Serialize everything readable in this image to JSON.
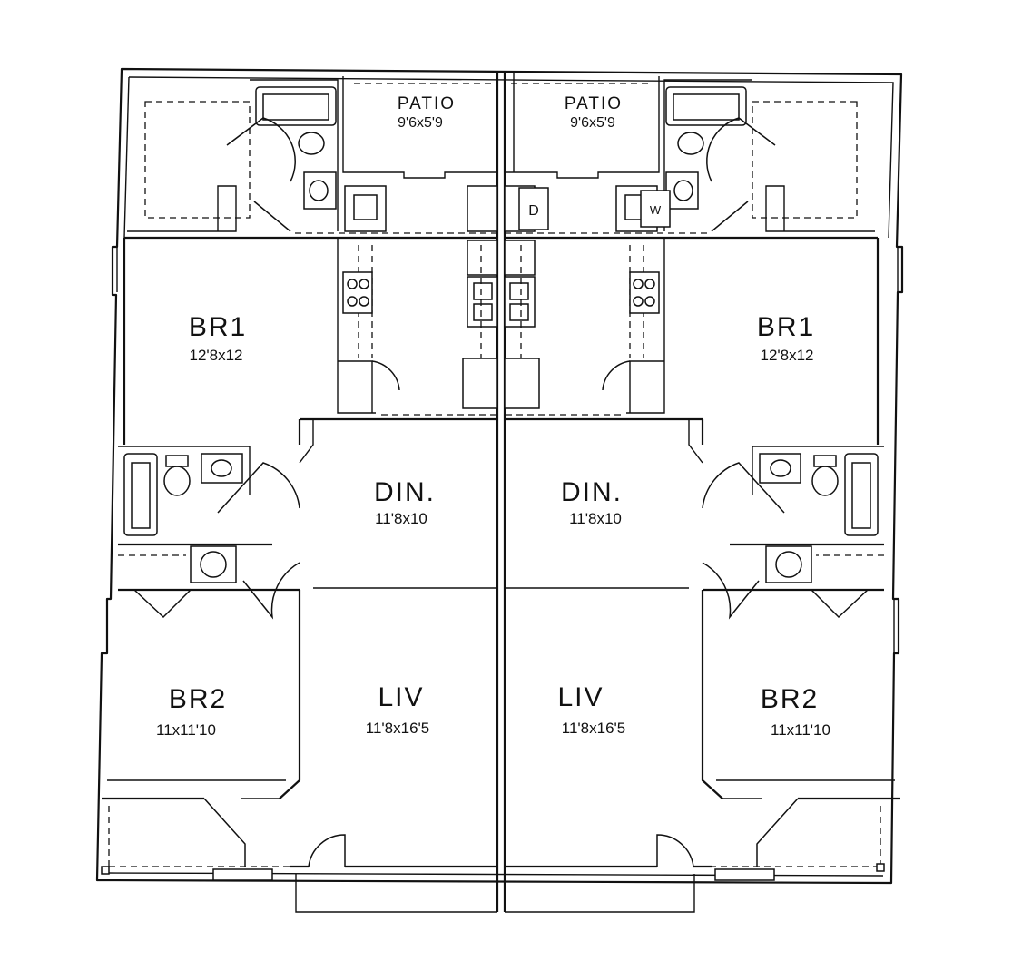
{
  "plan": {
    "units": [
      {
        "patio": {
          "name": "PATIO",
          "dim": "9'6x5'9"
        },
        "br1": {
          "name": "BR1",
          "dim": "12'8x12"
        },
        "din": {
          "name": "DIN.",
          "dim": "11'8x10"
        },
        "liv": {
          "name": "LIV",
          "dim": "11'8x16'5"
        },
        "br2": {
          "name": "BR2",
          "dim": "11x11'10"
        }
      },
      {
        "patio": {
          "name": "PATIO",
          "dim": "9'6x5'9"
        },
        "br1": {
          "name": "BR1",
          "dim": "12'8x12"
        },
        "din": {
          "name": "DIN.",
          "dim": "11'8x10"
        },
        "liv": {
          "name": "LIV",
          "dim": "11'8x16'5"
        },
        "br2": {
          "name": "BR2",
          "dim": "11x11'10"
        }
      }
    ],
    "appliances": {
      "dryer": "D",
      "washer": "W"
    }
  }
}
